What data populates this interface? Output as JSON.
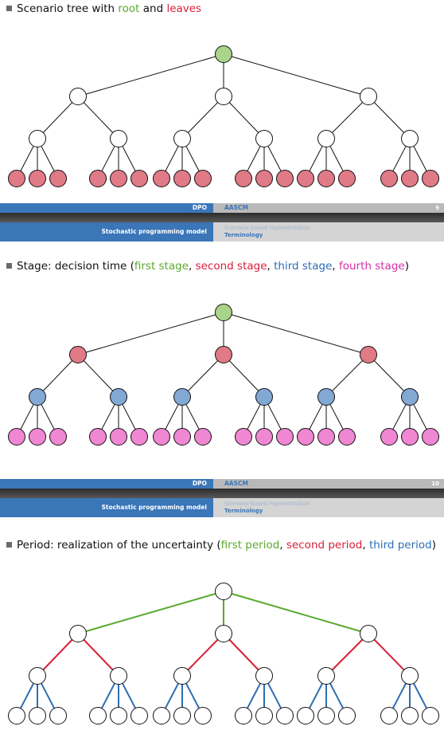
{
  "slides": [
    {
      "bullet": [
        {
          "text": "Scenario tree with ",
          "color": "#111111"
        },
        {
          "text": "root",
          "color": "#5aaa2e"
        },
        {
          "text": " and ",
          "color": "#111111"
        },
        {
          "text": "leaves",
          "color": "#d8203a"
        }
      ],
      "footer": {
        "left": "DPO",
        "right": "AASCM",
        "page": "9",
        "section_left": "Stochastic programming model",
        "section": "Scenario-based representation",
        "subsection": "Terminology"
      },
      "tree": {
        "mode": "nodes",
        "root_fill": "#a9d48a",
        "mid_fill": "#ffffff",
        "inner_fill": "#ffffff",
        "leaf_fill": "#e07a86",
        "edge_colors": [
          "#111111",
          "#111111",
          "#111111"
        ]
      }
    },
    {
      "bullet": [
        {
          "text": "Stage: decision time (",
          "color": "#111111"
        },
        {
          "text": "first stage",
          "color": "#5aaa2e"
        },
        {
          "text": ", ",
          "color": "#111111"
        },
        {
          "text": "second stage",
          "color": "#d8203a"
        },
        {
          "text": ", ",
          "color": "#111111"
        },
        {
          "text": "third stage",
          "color": "#2f6eb3"
        },
        {
          "text": ", ",
          "color": "#111111"
        },
        {
          "text": "fourth stage",
          "color": "#d62ea6"
        },
        {
          "text": ")",
          "color": "#111111"
        }
      ],
      "footer": {
        "left": "DPO",
        "right": "AASCM",
        "page": "10",
        "section_left": "Stochastic programming model",
        "section": "Scenario-based representation",
        "subsection": "Terminology"
      },
      "tree": {
        "mode": "nodes",
        "root_fill": "#a9d48a",
        "mid_fill": "#e07a86",
        "inner_fill": "#82a8d4",
        "leaf_fill": "#f087d2",
        "edge_colors": [
          "#111111",
          "#111111",
          "#111111"
        ]
      }
    },
    {
      "bullet": [
        {
          "text": "Period: realization of the uncertainty (",
          "color": "#111111"
        },
        {
          "text": "first period",
          "color": "#5aaa2e"
        },
        {
          "text": ", ",
          "color": "#111111"
        },
        {
          "text": "second period",
          "color": "#d8203a"
        },
        {
          "text": ", ",
          "color": "#111111"
        },
        {
          "text": "third period",
          "color": "#2f6eb3"
        },
        {
          "text": ")",
          "color": "#111111"
        }
      ],
      "tree": {
        "mode": "edges",
        "root_fill": "#ffffff",
        "mid_fill": "#ffffff",
        "inner_fill": "#ffffff",
        "leaf_fill": "#ffffff",
        "edge_colors": [
          "#5aaa2e",
          "#d8203a",
          "#2f6eb3"
        ]
      }
    }
  ]
}
